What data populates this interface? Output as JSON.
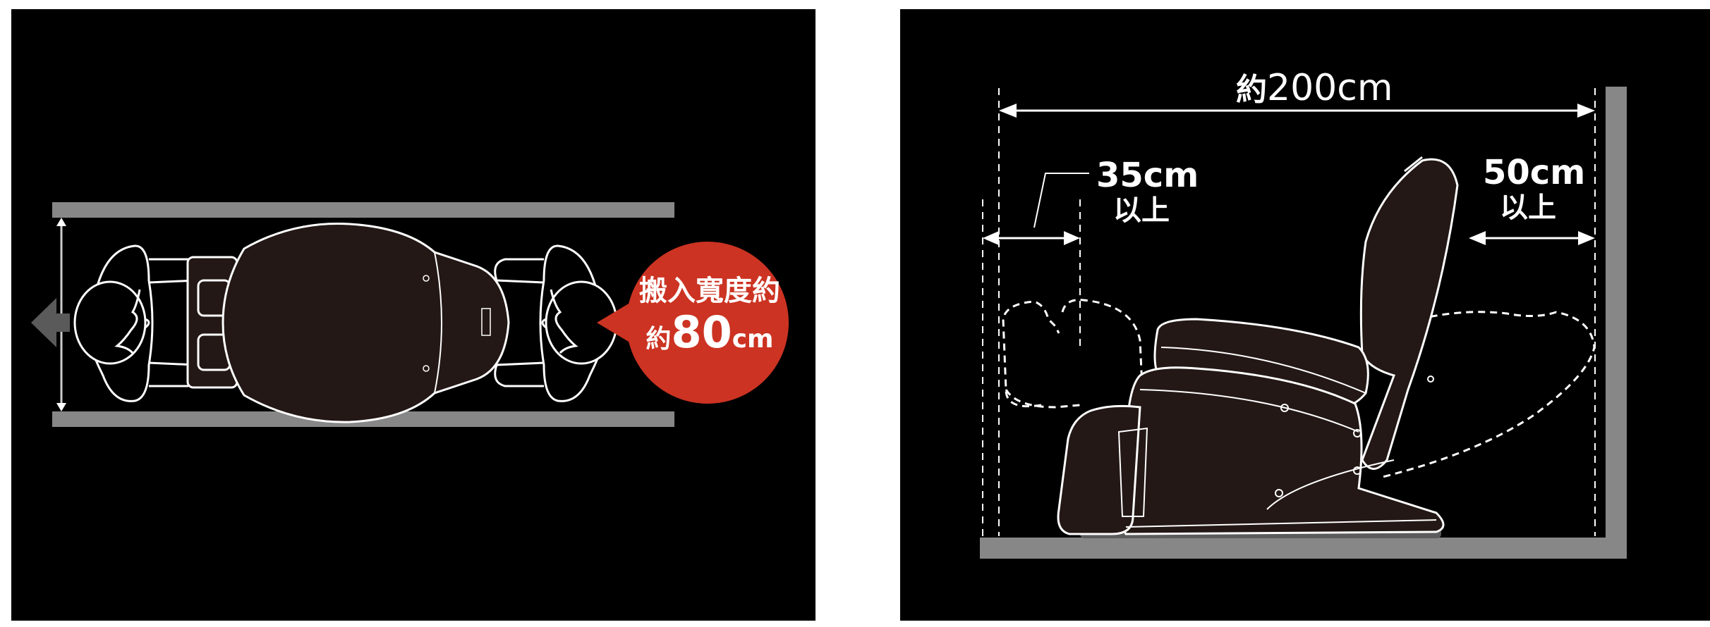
{
  "top_view": {
    "callout": {
      "line1": "搬入寬度約",
      "line2_prefix": "約",
      "line2_value": "80",
      "line2_unit": "cm",
      "color": "#cc3322"
    },
    "wall_color": "#878787",
    "chair_fill": "#231815",
    "direction_arrow_color": "#5a5a5a",
    "direction_arrow": "arrow-left-icon"
  },
  "side_view": {
    "total_length": {
      "prefix": "約",
      "value": "200cm"
    },
    "front_clearance": {
      "value": "35cm",
      "suffix": "以上"
    },
    "rear_clearance": {
      "value": "50cm",
      "suffix": "以上"
    },
    "wall_color": "#878787",
    "chair_fill": "#231815",
    "base_mat_color": "#5c5c5c"
  }
}
